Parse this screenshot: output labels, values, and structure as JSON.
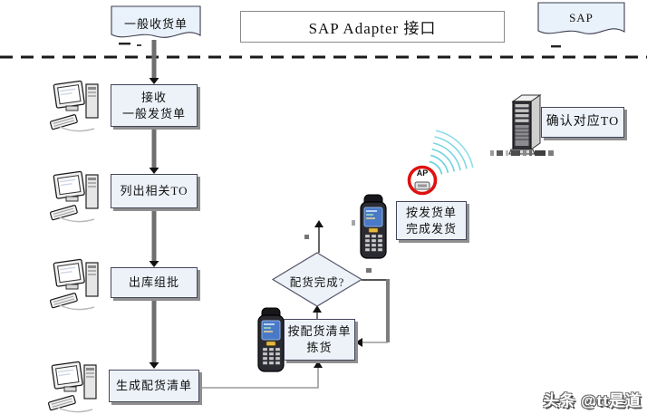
{
  "top_row": {
    "receipt_doc_label": "一般收货单",
    "adapter_label": "SAP Adapter 接口",
    "sap_doc_label": "SAP"
  },
  "pc_steps": [
    {
      "line1": "接收",
      "line2": "一般发货单"
    },
    {
      "label": "列出相关TO"
    },
    {
      "label": "出库组批"
    },
    {
      "label": "生成配货清单"
    }
  ],
  "decision": {
    "label": "配货完成?"
  },
  "pick_step": {
    "line1": "按配货清单",
    "line2": "拣货"
  },
  "ship_step": {
    "line1": "按发货单",
    "line2": "完成发货"
  },
  "confirm_step": {
    "label": "确认对应TO"
  },
  "ap": {
    "label": "AP"
  },
  "watermark": {
    "label": "头条 @tt是道"
  },
  "colors": {
    "box_fill": "#edf2f9",
    "box_border": "#45455c",
    "box_shadow": "#8f8f8f",
    "connector": "#6f6f6f",
    "thin_line": "#9a9a9a",
    "arrow": "#111111",
    "dash_line": "#1a1a1a",
    "wave": "#5fcede",
    "ap_ring": "#dd1111"
  }
}
